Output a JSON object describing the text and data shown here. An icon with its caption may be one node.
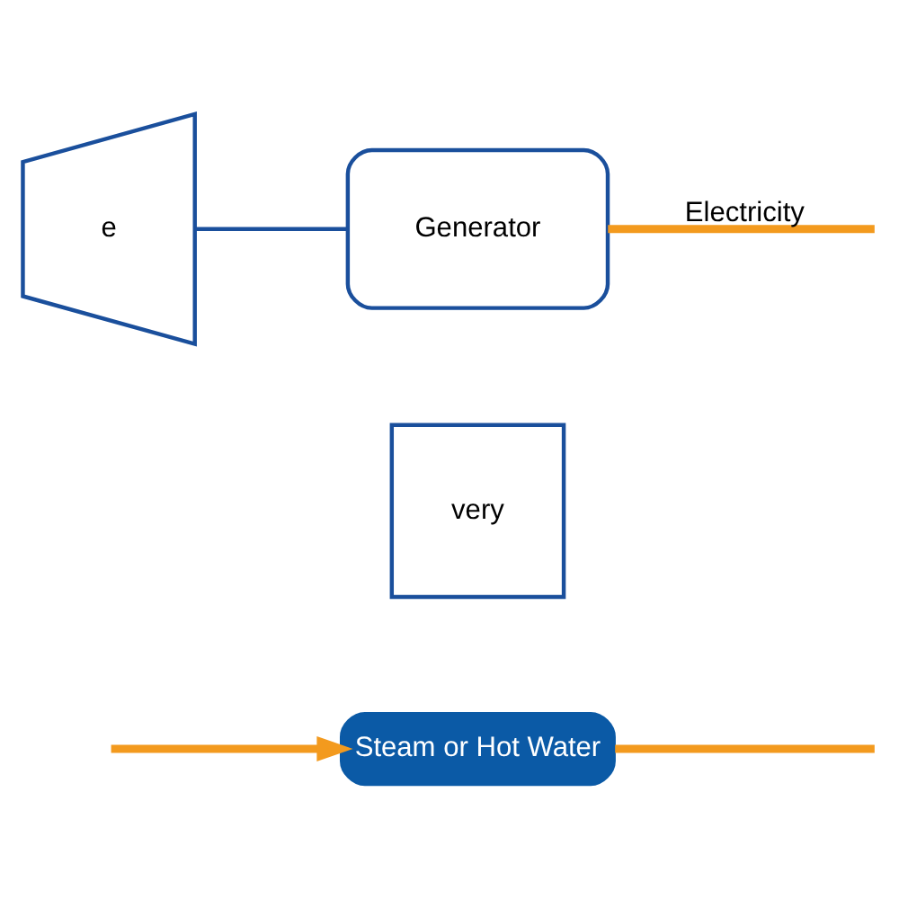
{
  "diagram": {
    "nodes": [
      {
        "text": [
          "Steam or Hot Water"
        ]
      },
      {
        "text": [
          "very"
        ]
      },
      {
        "text": [
          "e"
        ]
      },
      {
        "text": [
          "Generator"
        ]
      }
    ],
    "edges": [
      {
        "from": 0,
        "to": null,
        "arrow": "none"
      },
      {
        "from": null,
        "to": 0,
        "arrow": "to"
      },
      {
        "from": 2,
        "to": 3,
        "arrow": "none",
        "color": "#1a4f9c"
      },
      {
        "from": 3,
        "to": null,
        "arrow": "none",
        "label": "Electricity"
      }
    ]
  }
}
